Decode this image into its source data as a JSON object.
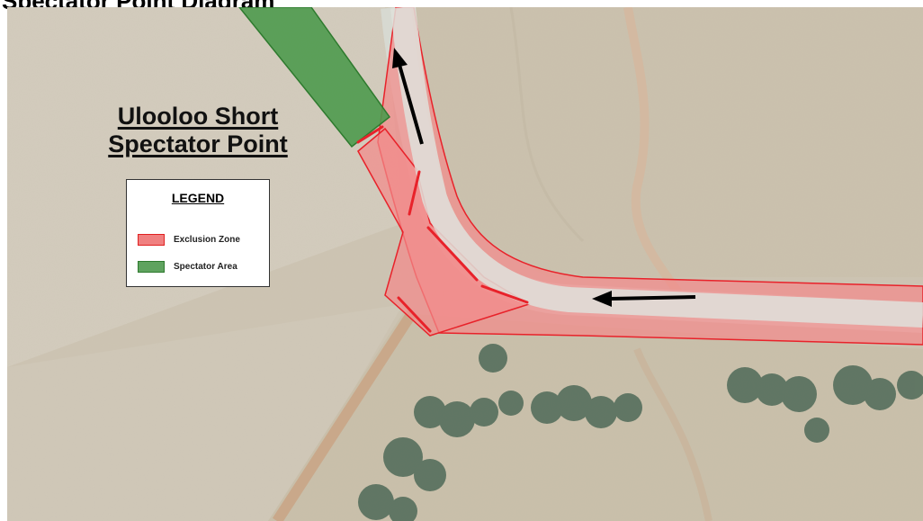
{
  "header": {
    "title": "Spectator Point Diagram"
  },
  "map": {
    "title_line1": "Ulooloo Short",
    "title_line2": "Spectator Point",
    "legend": {
      "heading": "LEGEND",
      "items": [
        {
          "label": "Exclusion Zone",
          "color": "#f08080",
          "border": "#e02020"
        },
        {
          "label": "Spectator Area",
          "color": "#5fa35f",
          "border": "#2e7a2e"
        }
      ]
    },
    "colors": {
      "exclusion_fill": "#f28a8a",
      "exclusion_edge": "#e8222a",
      "spectator_fill": "#4e9a4e",
      "road": "#d9dbd4",
      "field": "#cfc6b4",
      "arrow": "#000000"
    },
    "icons": [
      "direction-arrow-north-icon",
      "direction-arrow-west-icon"
    ]
  }
}
